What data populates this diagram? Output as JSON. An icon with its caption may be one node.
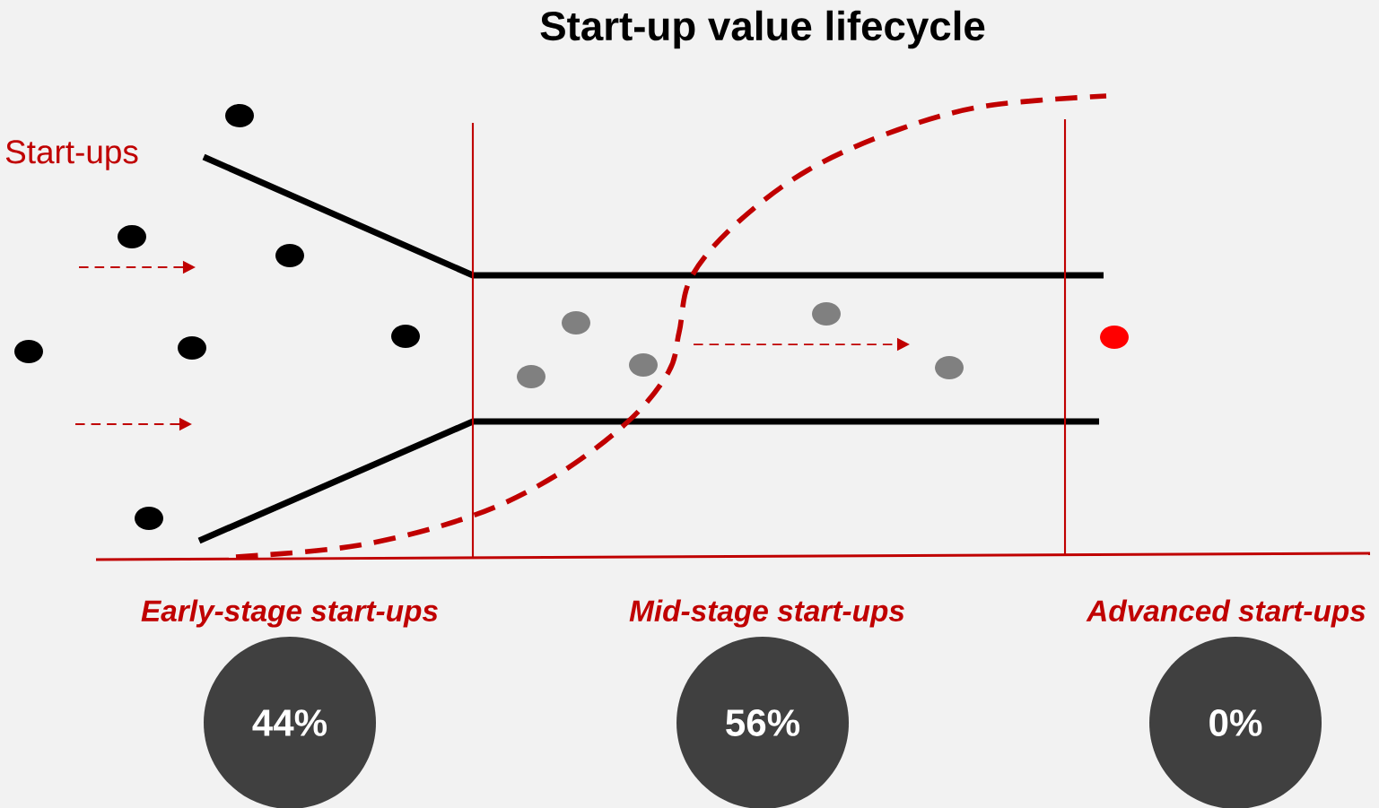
{
  "diagram": {
    "title": "Start-up value lifecycle",
    "nodes": [
      {
        "text": [
          "Early-stage start-ups",
          "44%"
        ]
      },
      {
        "text": [
          "Mid-stage start-ups",
          "56%"
        ]
      },
      {
        "text": [
          "Advanced start-ups",
          "0%"
        ]
      }
    ],
    "labels": [
      "Start-ups"
    ]
  }
}
